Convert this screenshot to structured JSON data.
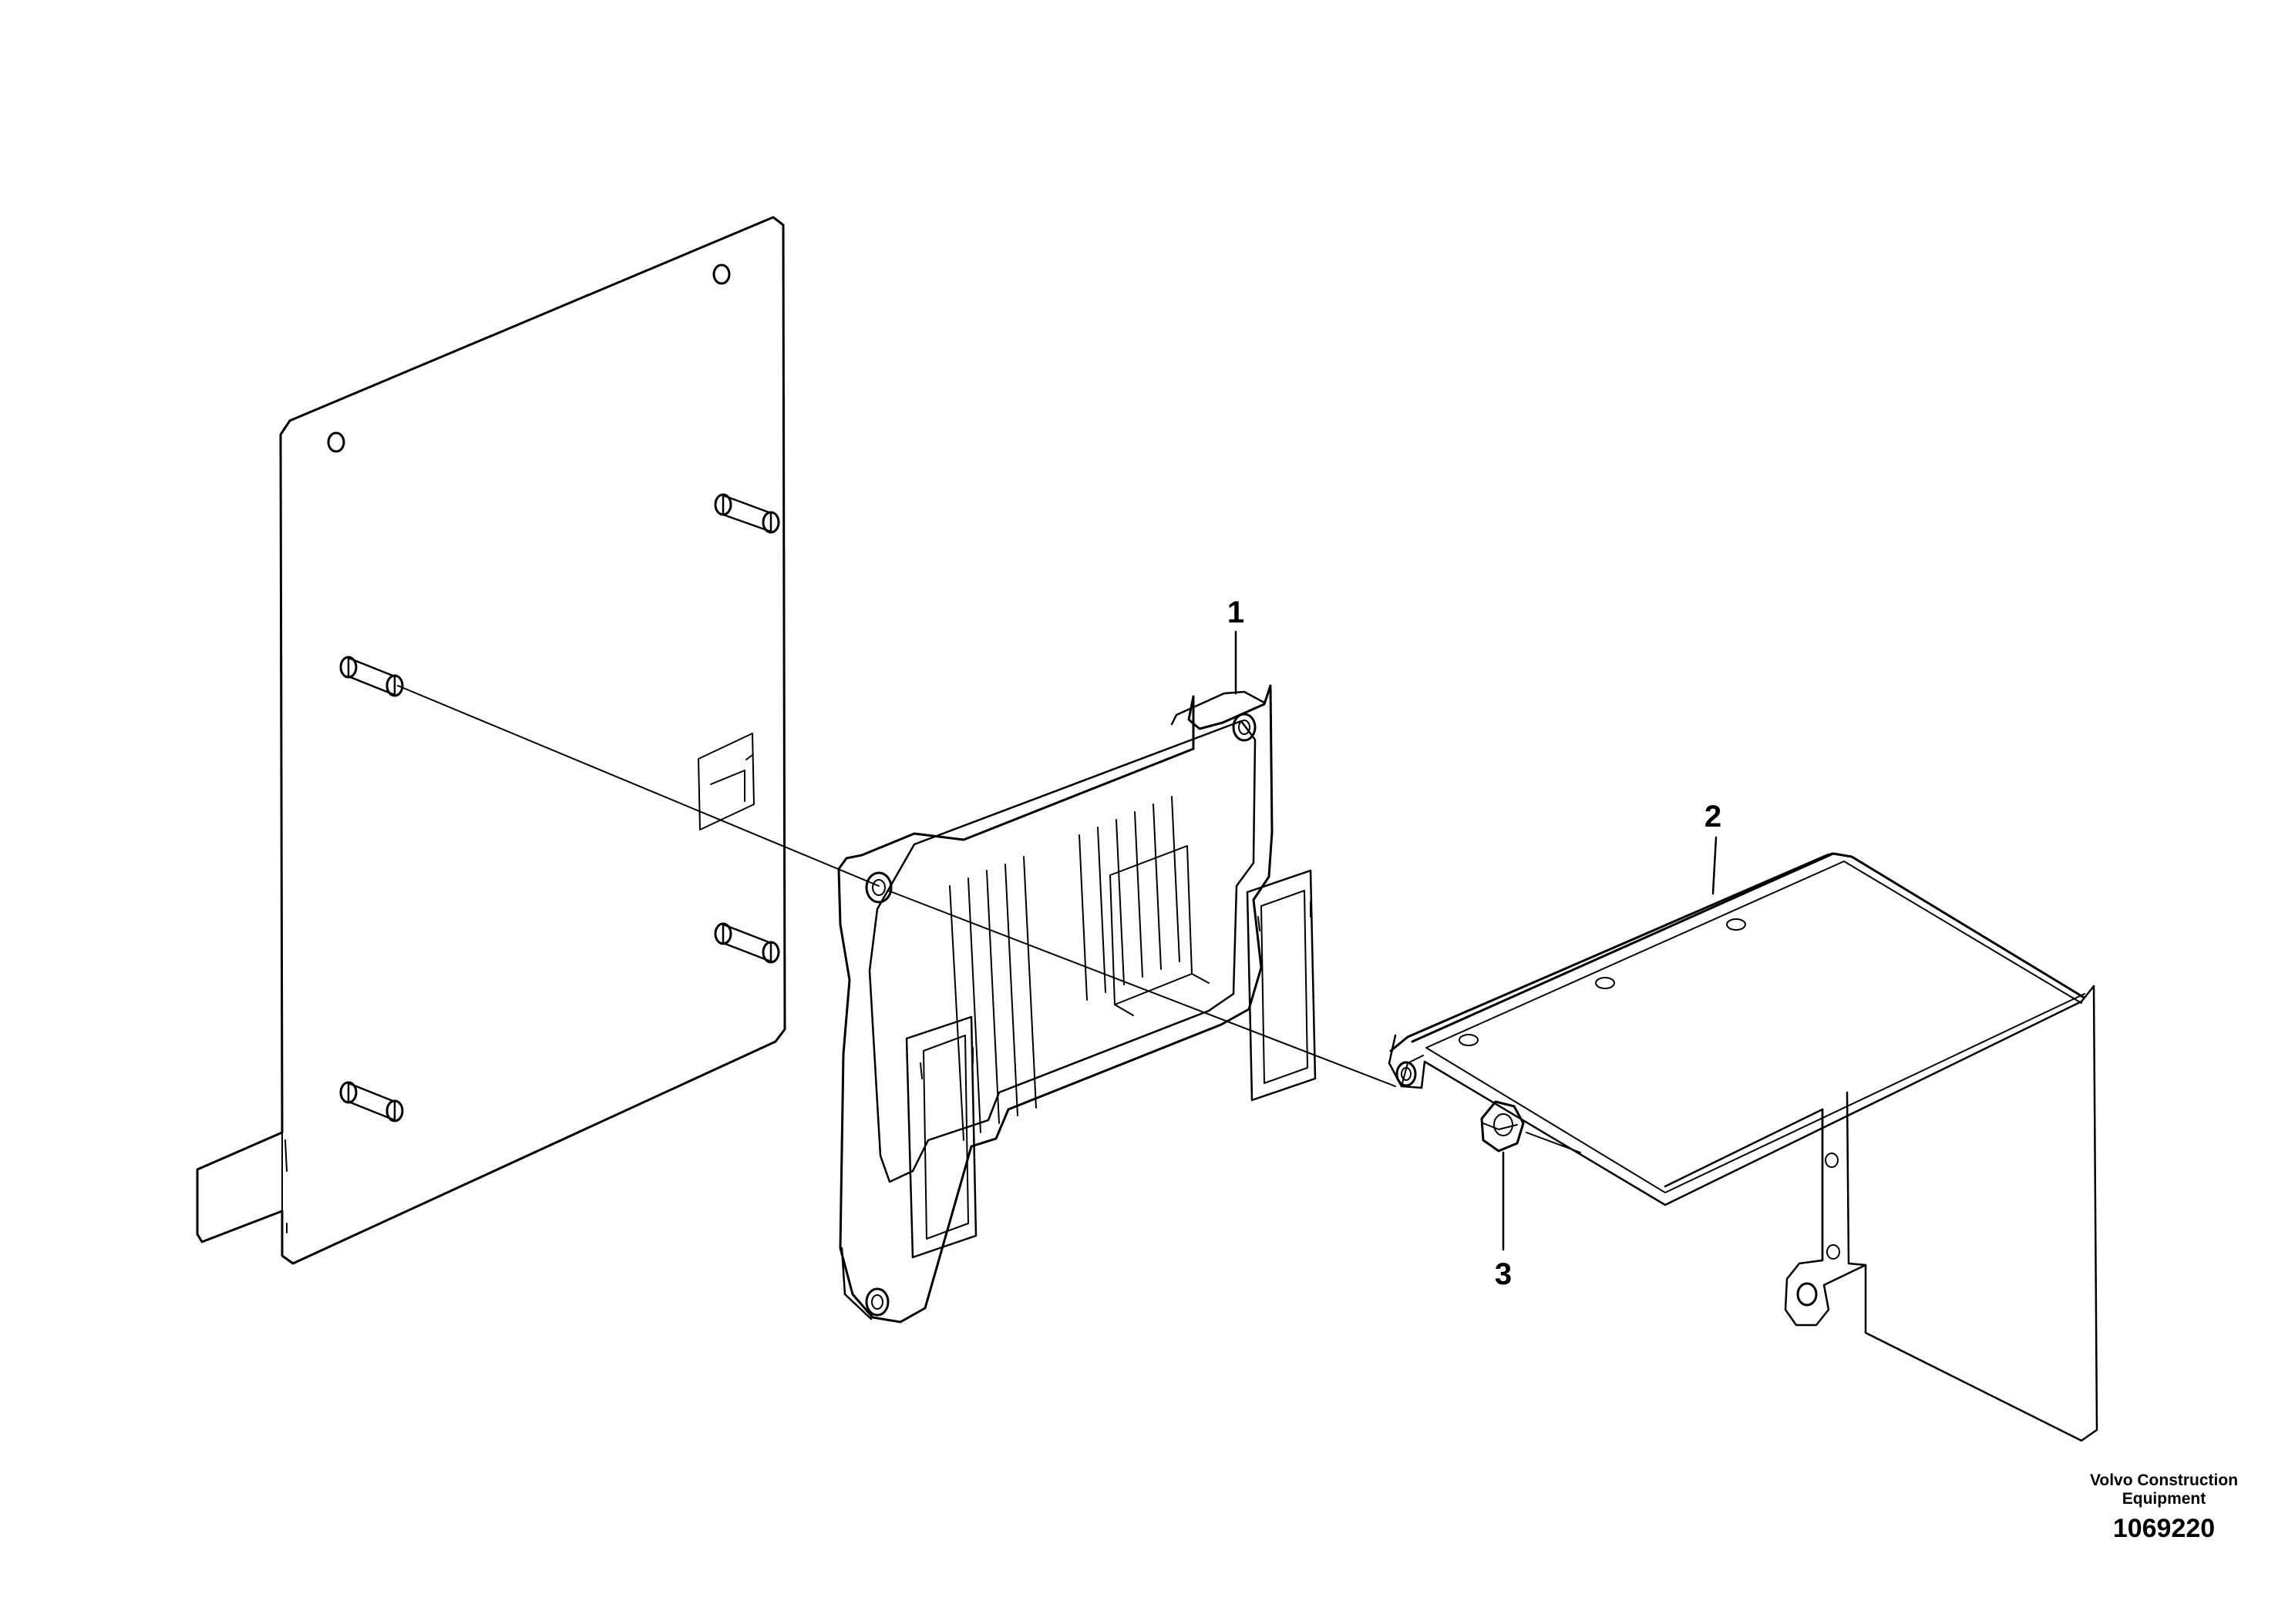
{
  "callouts": [
    {
      "id": "1",
      "label": "1"
    },
    {
      "id": "2",
      "label": "2"
    },
    {
      "id": "3",
      "label": "3"
    }
  ],
  "footer": {
    "company_line1": "Volvo Construction",
    "company_line2": "Equipment",
    "drawing_number": "1069220"
  },
  "colors": {
    "ink": "#000000",
    "paper": "#ffffff"
  }
}
